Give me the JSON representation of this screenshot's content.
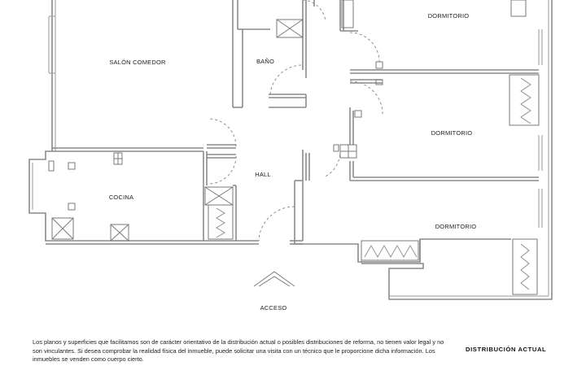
{
  "rooms": {
    "salon_comedor": "SALÓN COMEDOR",
    "bano": "BAÑO",
    "dormitorio_1": "DORMITORIO",
    "dormitorio_2": "DORMITORIO",
    "dormitorio_3": "DORMITORIO",
    "hall": "HALL",
    "cocina": "COCINA",
    "acceso": "ACCESO"
  },
  "disclaimer": "Los planos y superficies que facilitamos son de carácter orientativo de la distribución actual o posibles distribuciones de reforma, no tienen valor legal y no son vinculantes. Si desea comprobar la realidad física del inmueble, puede solicitar una visita con un técnico que le proporcione dicha información. Los inmuebles se venden como cuerpo cierto.",
  "plan_title": "DISTRIBUCIÓN ACTUAL"
}
